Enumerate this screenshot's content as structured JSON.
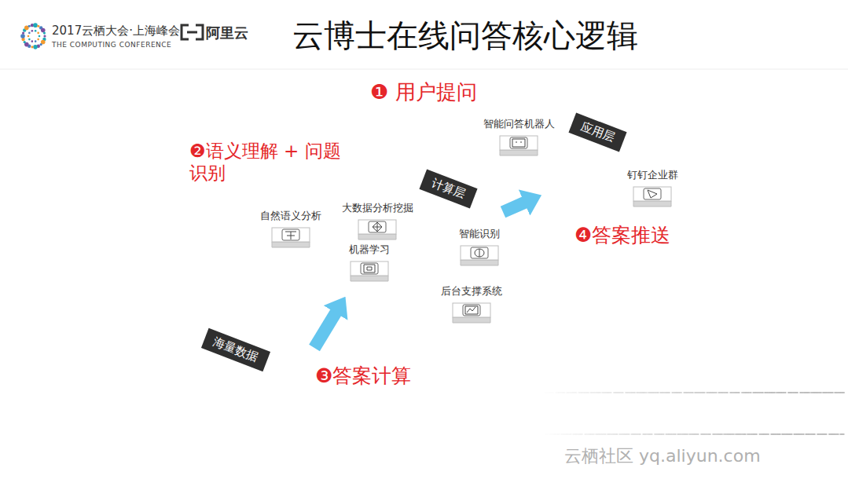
{
  "diagram": {
    "title": "云博士在线问答核心逻辑",
    "nodes": [
      {
        "text": [
          "应用层"
        ]
      },
      {
        "text": [
          "智能问答机器人"
        ],
        "in": 0
      },
      {
        "text": [
          "钉钉企业群"
        ],
        "in": 0
      },
      {
        "text": [
          "计算层"
        ]
      },
      {
        "text": [
          "自然语义分析"
        ],
        "in": 3
      },
      {
        "text": [
          "大数据分析挖掘"
        ],
        "in": 3
      },
      {
        "text": [
          "机器学习"
        ],
        "in": 3
      },
      {
        "text": [
          "智能识别"
        ],
        "in": 3
      },
      {
        "text": [
          "后台支撑系统"
        ],
        "in": 3
      },
      {
        "text": [
          "海量数据"
        ]
      }
    ],
    "edges": [
      {
        "from": 9,
        "to": 3,
        "arrow": "to"
      },
      {
        "from": 3,
        "to": 0,
        "arrow": "to"
      }
    ],
    "labels": [
      "2017云栖大会·上海峰会",
      "THE COMPUTING CONFERENCE",
      "阿里云",
      "❶ 用户提问",
      "❷语义理解 + 问题识别",
      "❸答案计算",
      "❹答案推送",
      "云栖社区 yq.aliyun.com"
    ]
  }
}
